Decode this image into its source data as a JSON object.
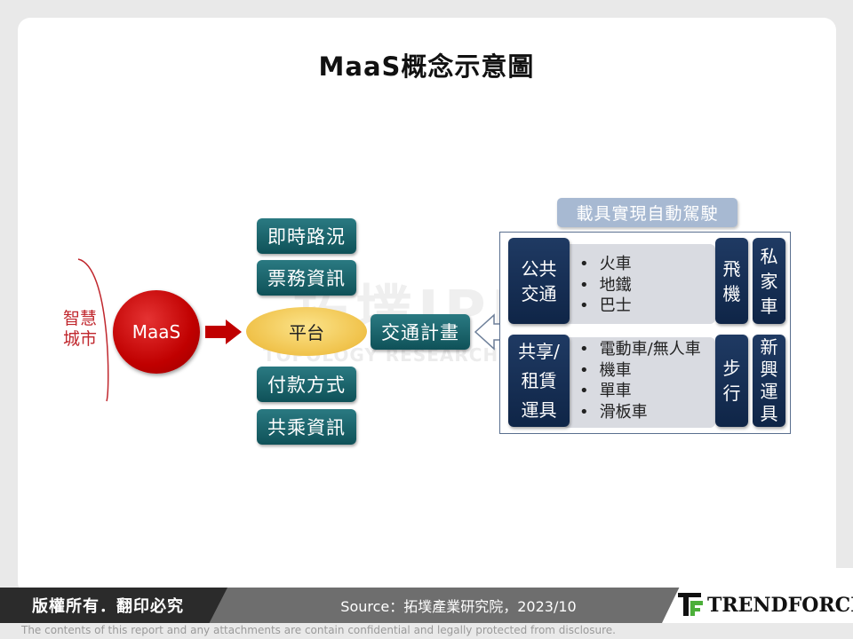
{
  "title": "MaaS概念示意圖",
  "left": {
    "smart_city": [
      "智慧",
      "城市"
    ],
    "maas": "MaaS"
  },
  "center": {
    "top_boxes": [
      "即時路況",
      "票務資訊"
    ],
    "platform": "平台",
    "bottom_boxes": [
      "付款方式",
      "共乘資訊"
    ],
    "transport_plan": "交通計畫"
  },
  "right": {
    "header": "載具實現自動駕駛",
    "public": {
      "label": [
        "公共",
        "交通"
      ],
      "items": [
        "火車",
        "地鐵",
        "巴士"
      ]
    },
    "shared": {
      "label": [
        "共享/",
        "租賃",
        "運具"
      ],
      "items": [
        "電動車/無人車",
        "機車",
        "單車",
        "滑板車"
      ]
    },
    "fly": [
      "飛",
      "機"
    ],
    "walk": [
      "步",
      "行"
    ],
    "private": [
      "私",
      "家",
      "車"
    ],
    "new": [
      "新",
      "興",
      "運",
      "具"
    ]
  },
  "watermark": {
    "main": "拓墣IPI",
    "sub": "TOPOLOGY RESEARCH INSTITUTE"
  },
  "footer": {
    "copyright": "版權所有．翻印必究",
    "source": "Source：拓墣產業研究院，2023/10",
    "brand": "TRENDFORCE",
    "disclaimer": "The contents of this report and any attachments are contain confidential and legally protected from disclosure."
  },
  "colors": {
    "teal": "#0f5158",
    "navy": "#0f2547",
    "red": "#c00000",
    "gold": "#f0c24a",
    "grey_row": "#d9dbe1",
    "header_blue": "#a7b9d2"
  }
}
